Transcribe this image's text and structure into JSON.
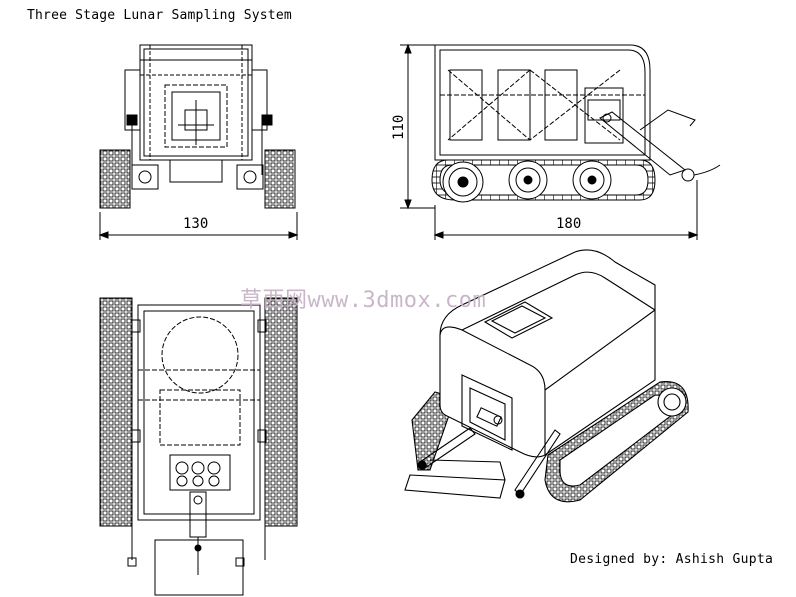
{
  "title": "Three Stage Lunar Sampling System",
  "credit": "Designed by: Ashish Gupta",
  "watermark": "草西网www.3dmox.com",
  "dimensions": {
    "front_width": "130",
    "side_length": "180",
    "side_height": "110"
  },
  "views": [
    "front-view",
    "side-view",
    "top-view",
    "isometric-view"
  ]
}
